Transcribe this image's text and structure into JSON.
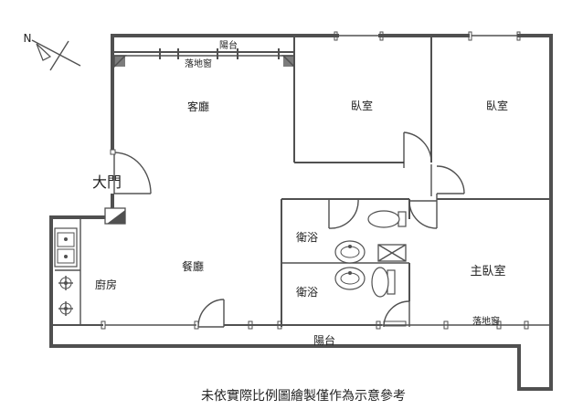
{
  "compass": {
    "north_label": "N"
  },
  "rooms": {
    "living_room": "客廳",
    "bedroom_1": "臥室",
    "bedroom_2": "臥室",
    "dining_room": "餐廳",
    "kitchen": "廚房",
    "bathroom_1": "衛浴",
    "bathroom_2": "衛浴",
    "master_bedroom": "主臥室"
  },
  "labels": {
    "main_door": "大門",
    "balcony_top": "陽台",
    "french_window_top": "落地窗",
    "balcony_bottom": "陽台",
    "french_window_bottom": "落地窗"
  },
  "footnote": "未依實際比例圖繪製僅作為示意參考"
}
